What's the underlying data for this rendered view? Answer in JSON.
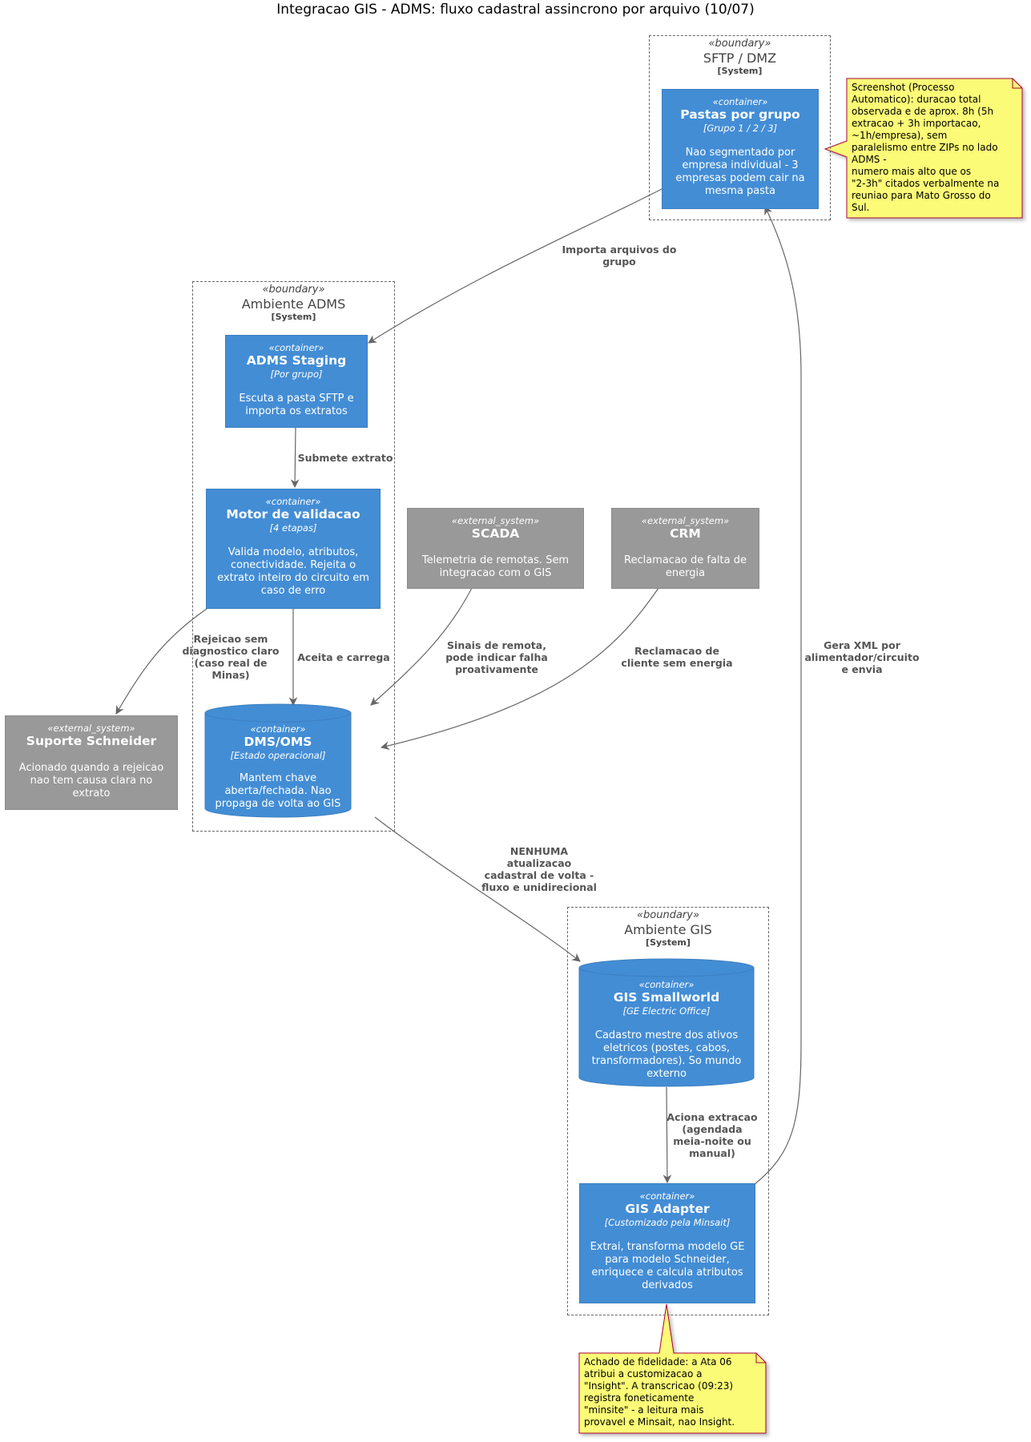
{
  "title": "Integracao GIS - ADMS: fluxo cadastral assincrono por arquivo (10/07)",
  "stereotypes": {
    "boundary": "«boundary»",
    "container": "«container»",
    "external_system": "«external_system»",
    "system_type": "[System]"
  },
  "boundaries": {
    "sftp": "SFTP / DMZ",
    "adms": "Ambiente ADMS",
    "gis": "Ambiente GIS"
  },
  "containers": {
    "pastas": {
      "name": "Pastas por grupo",
      "tech": "[Grupo 1 / 2 / 3]",
      "desc": "Nao segmentado por empresa individual - 3 empresas podem cair na mesma pasta"
    },
    "staging": {
      "name": "ADMS Staging",
      "tech": "[Por grupo]",
      "desc": "Escuta a pasta SFTP e importa os extratos"
    },
    "motor": {
      "name": "Motor de validacao",
      "tech": "[4 etapas]",
      "desc": "Valida modelo, atributos, conectividade. Rejeita o extrato inteiro do circuito em caso de erro"
    },
    "dms": {
      "name": "DMS/OMS",
      "tech": "[Estado operacional]",
      "desc": "Mantem chave aberta/fechada. Nao propaga de volta ao GIS"
    },
    "gis_sw": {
      "name": "GIS Smallworld",
      "tech": "[GE Electric Office]",
      "desc": "Cadastro mestre dos ativos eletricos (postes, cabos, transformadores). So mundo externo"
    },
    "adapter": {
      "name": "GIS Adapter",
      "tech": "[Customizado pela Minsait]",
      "desc": "Extrai, transforma modelo GE para modelo Schneider, enriquece e calcula atributos derivados"
    }
  },
  "external_systems": {
    "scada": {
      "name": "SCADA",
      "desc": "Telemetria de remotas. Sem integracao com o GIS"
    },
    "crm": {
      "name": "CRM",
      "desc": "Reclamacao de falta de energia"
    },
    "suporte": {
      "name": "Suporte Schneider",
      "desc": "Acionado quando a rejeicao nao tem causa clara no extrato"
    }
  },
  "edges": {
    "importa": "Importa arquivos do\ngrupo",
    "submete": "Submete extrato",
    "rejeicao": "Rejeicao sem\ndiagnostico claro\n(caso real de\nMinas)",
    "aceita": "Aceita e carrega",
    "sinais": "Sinais de remota,\npode indicar falha\nproativamente",
    "reclamacao": "Reclamacao de\ncliente sem energia",
    "gera_xml": "Gera XML por\nalimentador/circuito\ne envia",
    "nenhuma": "NENHUMA\natualizacao\ncadastral de volta -\nfluxo e unidirecional",
    "aciona": "Aciona extracao\n(agendada\nmeia-noite ou\nmanual)"
  },
  "notes": {
    "screenshot": "Screenshot (Processo\nAutomatico): duracao total\nobservada e de aprox. 8h (5h\nextracao + 3h importacao,\n~1h/empresa), sem\nparalelismo entre ZIPs no lado\nADMS -\nnumero mais alto que os\n\"2-3h\" citados verbalmente na\nreuniao para Mato Grosso do\nSul.",
    "fidelidade": "Achado de fidelidade: a Ata 06\natribui a customizacao a\n\"Insight\". A transcricao (09:23)\nregistra foneticamente\n\"minsite\" - a leitura mais\nprovavel e Minsait, nao Insight."
  },
  "colors": {
    "container": "#438DD5",
    "external": "#999999",
    "note": "#FBFB77",
    "note_border": "#A80036",
    "edge": "#666666"
  }
}
